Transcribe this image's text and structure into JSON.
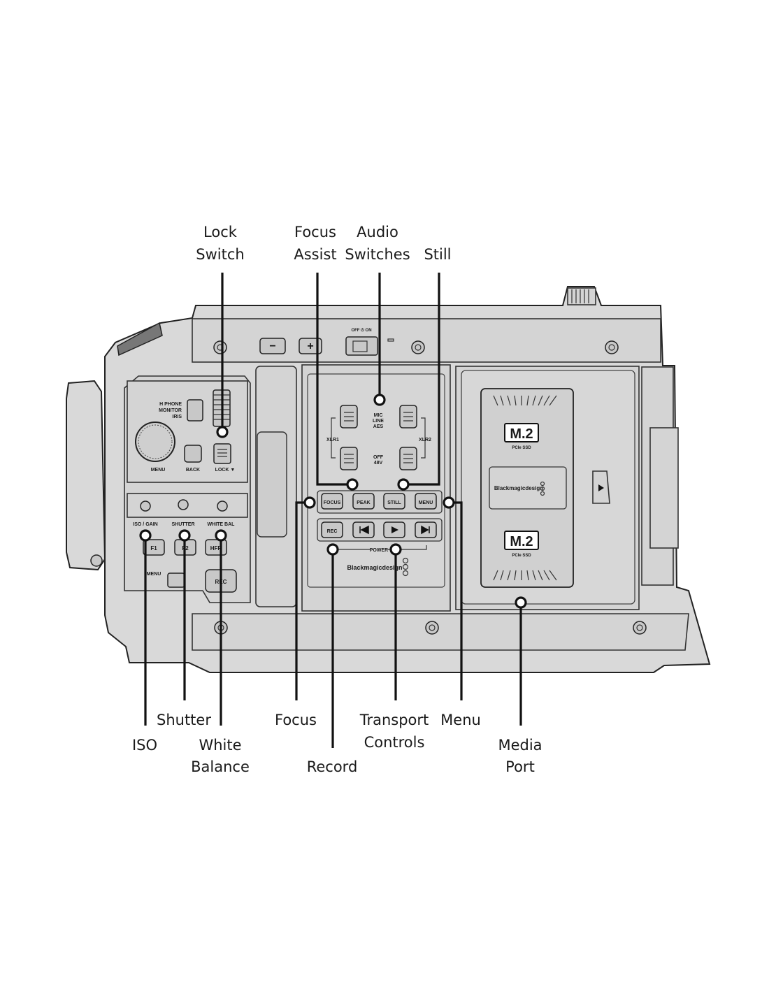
{
  "callouts": {
    "lock_switch": [
      "Lock",
      "Switch"
    ],
    "focus_assist": [
      "Focus",
      "Assist"
    ],
    "audio_switches": [
      "Audio",
      "Switches"
    ],
    "still": [
      "Still"
    ],
    "shutter": [
      "Shutter"
    ],
    "iso": [
      "ISO"
    ],
    "white_balance": [
      "White",
      "Balance"
    ],
    "focus": [
      "Focus"
    ],
    "record": [
      "Record"
    ],
    "transport_controls": [
      "Transport",
      "Controls"
    ],
    "menu": [
      "Menu"
    ],
    "media_port": [
      "Media",
      "Port"
    ]
  },
  "panel_labels": {
    "monitor_switch": [
      "H PHONE",
      "MONITOR",
      "IRIS"
    ],
    "menu": "MENU",
    "back": "BACK",
    "lock": "LOCK ▼",
    "iso_gain": "ISO / GAIN",
    "shutter": "SHUTTER",
    "white_bal": "WHITE BAL",
    "f1": "F1",
    "f2": "F2",
    "hfr": "HFR",
    "lower_menu": "MENU",
    "lower_rec": "REC",
    "audio_top": [
      "MIC",
      "LINE",
      "AES"
    ],
    "audio_bottom": [
      "OFF",
      "48V"
    ],
    "xlr1": "XLR1",
    "xlr2": "XLR2",
    "focus_btn": "FOCUS",
    "peak_btn": "PEAK",
    "still_btn": "STILL",
    "menu_btn": "MENU",
    "rec_btn": "REC",
    "power": "POWER",
    "brand": "Blackmagicdesign",
    "power_switch": "OFF ⏻ ON",
    "minus": "−",
    "plus": "+",
    "m2_logo": "M.2",
    "m2_sub": "PCIe SSD"
  },
  "icons": {
    "prev": "skip-back-icon",
    "play": "play-icon",
    "next": "skip-forward-icon",
    "door": "play-icon"
  }
}
